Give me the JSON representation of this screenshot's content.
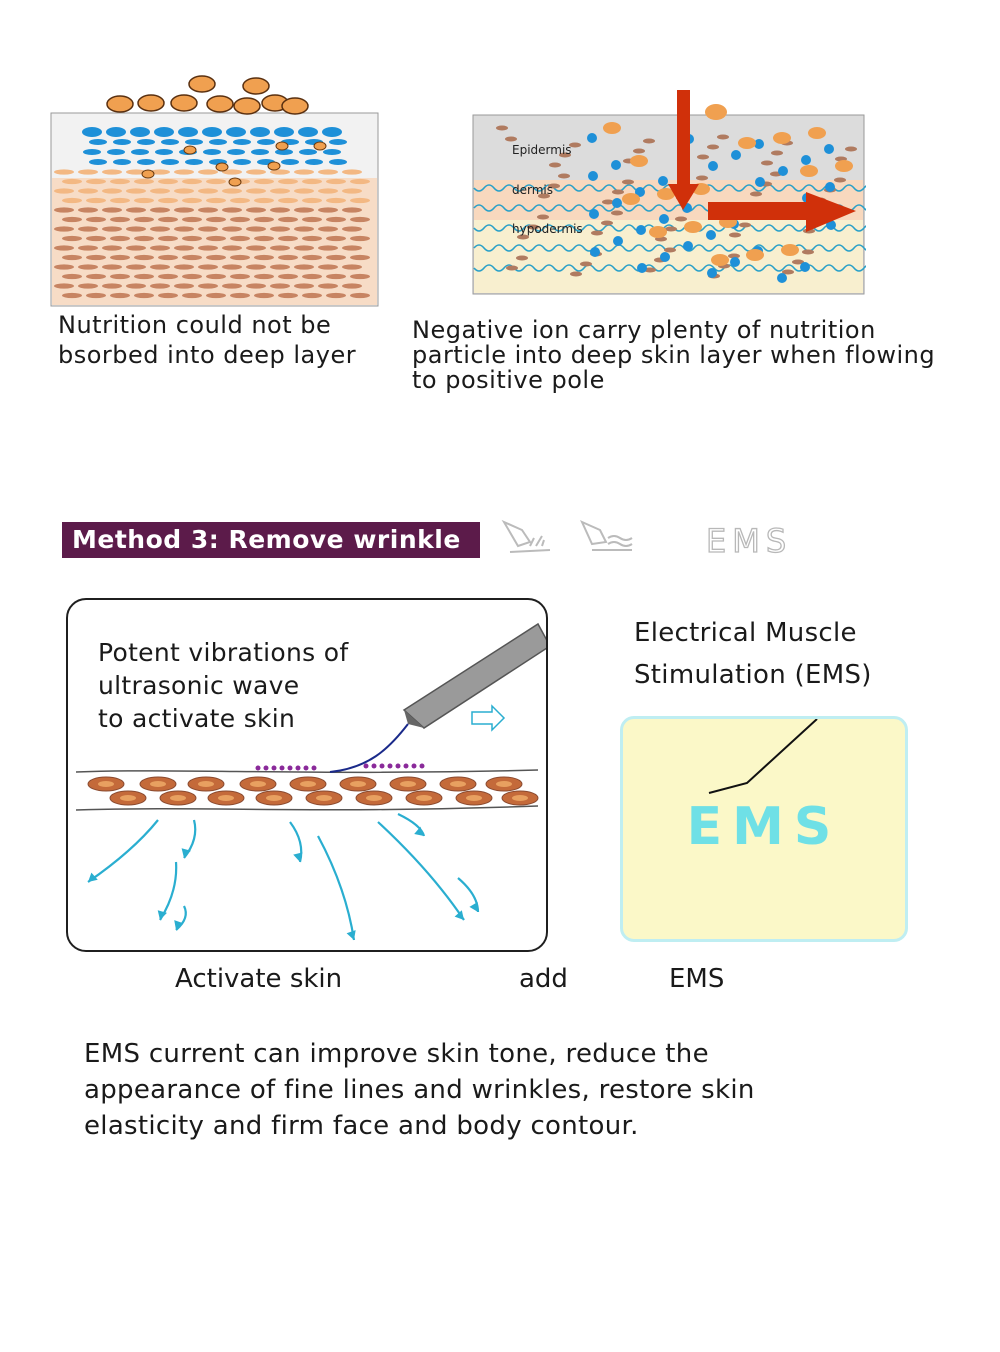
{
  "top_left": {
    "caption_line1": "Nutrition could not be",
    "caption_line2": "bsorbed into deep layer"
  },
  "top_right": {
    "layers": [
      "Epidermis",
      "dermis",
      "hypodermis"
    ],
    "caption_line1": "Negative ion carry plenty of nutrition",
    "caption_line2": "particle into deep skin layer when flowing",
    "caption_line3": "to positive pole"
  },
  "method": {
    "title": "Method 3: Remove wrinkle",
    "outline_text": "EMS"
  },
  "ultrasonic": {
    "line1": "Potent vibrations of",
    "line2": "ultrasonic wave",
    "line3": "to activate skin"
  },
  "ems": {
    "title_line1": "Electrical Muscle",
    "title_line2": "Stimulation (EMS)",
    "box_text": "EMS"
  },
  "labels": {
    "activate": "Activate skin",
    "add": "add",
    "ems": "EMS"
  },
  "description": {
    "line1": "EMS current can improve skin tone, reduce the",
    "line2": "appearance of fine lines and wrinkles, restore skin",
    "line3": "elasticity and firm face and body contour."
  },
  "colors": {
    "method_bar": "#5c1b4a",
    "ems_text": "#6fe0e6",
    "nutrient_orange": "#f0a050",
    "ion_blue": "#1e90d8",
    "arrow_red": "#d0300a",
    "wave_arrow": "#2aaed0"
  }
}
